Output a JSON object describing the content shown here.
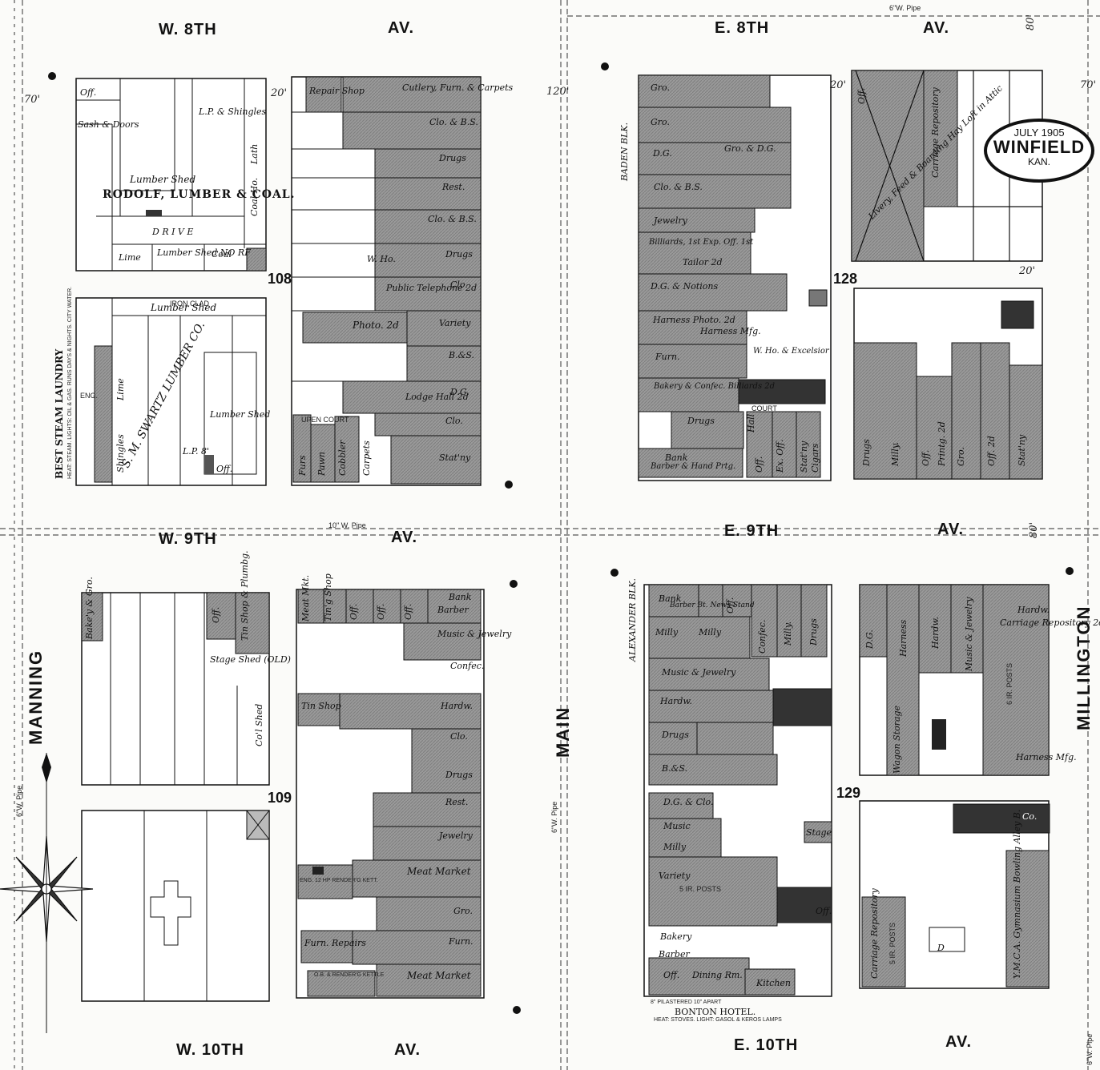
{
  "cartouche": {
    "date": "JULY 1905",
    "city": "WINFIELD",
    "state": "KAN."
  },
  "streets": {
    "w8": "W. 8TH",
    "w8_av": "AV.",
    "e8": "E. 8TH",
    "e8_av": "AV.",
    "w9": "W. 9TH",
    "w9_av": "AV.",
    "e9": "E. 9TH",
    "e9_av": "AV.",
    "w10": "W. 10TH",
    "w10_av": "AV.",
    "e10": "E. 10TH",
    "e10_av": "AV.",
    "manning": "MANNING",
    "main": "MAIN",
    "millington": "MILLINGTON"
  },
  "blocks": {
    "b108": "108",
    "b109": "109",
    "b128": "128",
    "b129": "129"
  },
  "pipes": {
    "top": "6\"W. Pipe",
    "mid": "10\" W. Pipe",
    "main": "6\"W. Pipe",
    "manning": "6\"W. Pipe",
    "mill": "6\"W. Pipe"
  },
  "dims": {
    "d70a": "70'",
    "d20a": "20'",
    "d120": "120'",
    "d20b": "20'",
    "d70b": "70'",
    "d80a": "80'",
    "d80b": "80'",
    "d20c": "20'"
  },
  "labels_108w": {
    "sash": "Sash & Doors",
    "off": "Off.",
    "lp": "L.P. & Shingles",
    "shed": "Lumber Shed",
    "rodolf": "RODOLF, LUMBER & COAL.",
    "drive": "D R I V E",
    "coal": "Coal Ho.",
    "lath": "Lath",
    "lime": "Lime",
    "lshed2": "Lumber Shed NO RF",
    "coal2": "Coal",
    "ironclad": "IRON CLAD",
    "lshed3": "Lumber Shed",
    "laundry": "BEST STEAM LAUNDRY",
    "laundry_note": "HEAT: STEAM. LIGHTS: OIL & GAS. RUNS DAYS & NIGHTS. CITY WATER.",
    "swartz": "S. M. SWARTZ LUMBER CO.",
    "lime2": "Lime",
    "shingles": "Shingles",
    "lp8": "L.P. 8'",
    "lshed4": "Lumber Shed",
    "off2": "Off.",
    "eng": "ENG."
  },
  "labels_108e": {
    "repair": "Repair Shop",
    "cutlery": "Cutlery, Furn. & Carpets",
    "clo1": "Clo. & B.S.",
    "drugs1": "Drugs",
    "rest": "Rest.",
    "clo2": "Clo. & B.S.",
    "wha": "W. Ho.",
    "drugs2": "Drugs",
    "tel": "Public Telephone 2d",
    "clo3": "Clo.",
    "photo": "Photo. 2d",
    "variety": "Variety",
    "bs": "B.&S.",
    "dg": "D.G.",
    "lodge": "Lodge Hall 2d",
    "clo4": "Clo.",
    "stny": "Stat'ny",
    "furs": "Furs",
    "pawn": "Pawn",
    "cobbler": "Cobbler",
    "carpets": "Carpets",
    "upen": "UPEN COURT"
  },
  "labels_128w": {
    "baden": "BADEN BLK.",
    "gro1": "Gro.",
    "gro2": "Gro.",
    "dg1": "D.G.",
    "grodg": "Gro. & D.G.",
    "clobs": "Clo. & B.S.",
    "jewelry": "Jewelry",
    "billiards": "Billiards, 1st Exp. Off. 1st",
    "tailor": "Tailor 2d",
    "dgnot": "D.G. & Notions",
    "harness": "Harness Photo. 2d",
    "harnmfg": "Harness Mfg.",
    "furn": "Furn.",
    "who": "W. Ho. & Excelsior",
    "bakery": "Bakery & Confec. Billiards 2d",
    "court": "COURT",
    "drugs": "Drugs",
    "bank": "Bank",
    "barber": "Barber & Hand Prtg.",
    "hall": "Hall",
    "exoff": "Ex. Off.",
    "off": "Off.",
    "stny": "Stat'ny",
    "cigars": "Cigars"
  },
  "labels_128e": {
    "off": "Off.",
    "livery": "Livery, Feed & Boarding Hay Loft in Attic",
    "carriage": "Carriage Repository",
    "drugs": "Drugs",
    "milly": "Milly.",
    "off2": "Off.",
    "printg": "Printg. 2d",
    "gro": "Gro.",
    "off3": "Off. 2d",
    "stny": "Stat'ny"
  },
  "labels_109w": {
    "baker": "Bake'y & Gro.",
    "off": "Off.",
    "tinshop": "Tin Shop & Plumbg.",
    "stage": "Stage Shed (OLD)",
    "coal": "Co'l Shed"
  },
  "labels_109e": {
    "meat1": "Meat Mkt.",
    "tin": "Tin'g Shop",
    "off1": "Off.",
    "off2": "Off.",
    "off3": "Off.",
    "bank": "Bank",
    "barber": "Barber",
    "music": "Music & Jewelry",
    "confec": "Confec.",
    "tinshop": "Tin Shop",
    "hardw": "Hardw.",
    "clo": "Clo.",
    "drugs": "Drugs",
    "rest": "Rest.",
    "jewelry": "Jewelry",
    "meat2": "Meat Market",
    "eng": "ENG. 12 HP RENDER'G KETT.",
    "gro": "Gro.",
    "furn": "Furn. Repairs",
    "furn2": "Furn.",
    "meat3": "Meat Market",
    "render": "O.B. & RENDER'G KETTLE"
  },
  "labels_129w": {
    "alex": "ALEXANDER BLK.",
    "bank": "Bank",
    "barber": "Barber Bt. News Stand",
    "off": "Off.",
    "confec": "Confec.",
    "milly": "Milly.",
    "drugs": "Drugs",
    "milly1": "Milly",
    "milly2": "Milly",
    "music": "Music & Jewelry",
    "hardw": "Hardw.",
    "drugs2": "Drugs",
    "bs": "B.&S.",
    "dgclo": "D.G. & Clo.",
    "music2": "Music",
    "milly3": "Milly",
    "stage": "Stage",
    "variety": "Variety",
    "posts": "5 IR. POSTS",
    "bakery": "Bakery",
    "barber2": "Barber",
    "off2": "Off.",
    "dining": "Dining Rm.",
    "kitchen": "Kitchen",
    "office": "Off.",
    "hotel": "BONTON HOTEL.",
    "hotel_note": "HEAT: STOVES. LIGHT: GASOL & KEROS LAMPS",
    "pilast": "8\" PILASTERED 10\" APART"
  },
  "labels_129e": {
    "dg": "D.G.",
    "harness": "Harness",
    "hardw": "Hardw.",
    "music": "Music & Jewelry",
    "hardw2": "Hardw.",
    "carriage": "Carriage Repository 2d",
    "posts": "6 IR. POSTS",
    "wagon": "Wagon Storage",
    "harnmfg": "Harness Mfg.",
    "co": "Co.",
    "carriage2": "Carriage Repository",
    "posts2": "5 IR. POSTS",
    "ymca": "Y.M.C.A. Gymnasium Bowling Alley B.",
    "kit": "D"
  }
}
